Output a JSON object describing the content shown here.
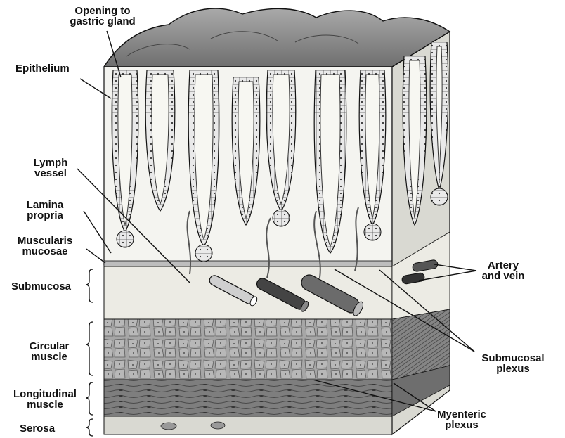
{
  "figure": {
    "labels": {
      "opening_gastric_gland": [
        "Opening to",
        "gastric gland"
      ],
      "epithelium": [
        "Epithelium"
      ],
      "lymph_vessel": [
        "Lymph",
        "vessel"
      ],
      "lamina_propria": [
        "Lamina",
        "propria"
      ],
      "muscularis_mucosae": [
        "Muscularis",
        "mucosae"
      ],
      "submucosa": [
        "Submucosa"
      ],
      "circular_muscle": [
        "Circular",
        "muscle"
      ],
      "longitudinal_muscle": [
        "Longitudinal",
        "muscle"
      ],
      "serosa": [
        "Serosa"
      ],
      "artery_and_vein": [
        "Artery",
        "and vein"
      ],
      "submucosal_plexus": [
        "Submucosal",
        "plexus"
      ],
      "myenteric_plexus": [
        "Myenteric",
        "plexus"
      ]
    },
    "colors": {
      "mucosa_surface": "#b9b9b9",
      "mucosa_shadow": "#8a8a8a",
      "epithelium_cells": "#e9e9e9",
      "lamina_propria": "#f4f4f0",
      "submucosa": "#ecebe4",
      "circular_muscle": "#a6a6a6",
      "longitudinal_muscle": "#7e7e7e",
      "serosa": "#d9d9d2",
      "artery": "#444444",
      "vein": "#6b6b6b",
      "lymph": "#cfcfcf",
      "outline": "#111111"
    }
  }
}
